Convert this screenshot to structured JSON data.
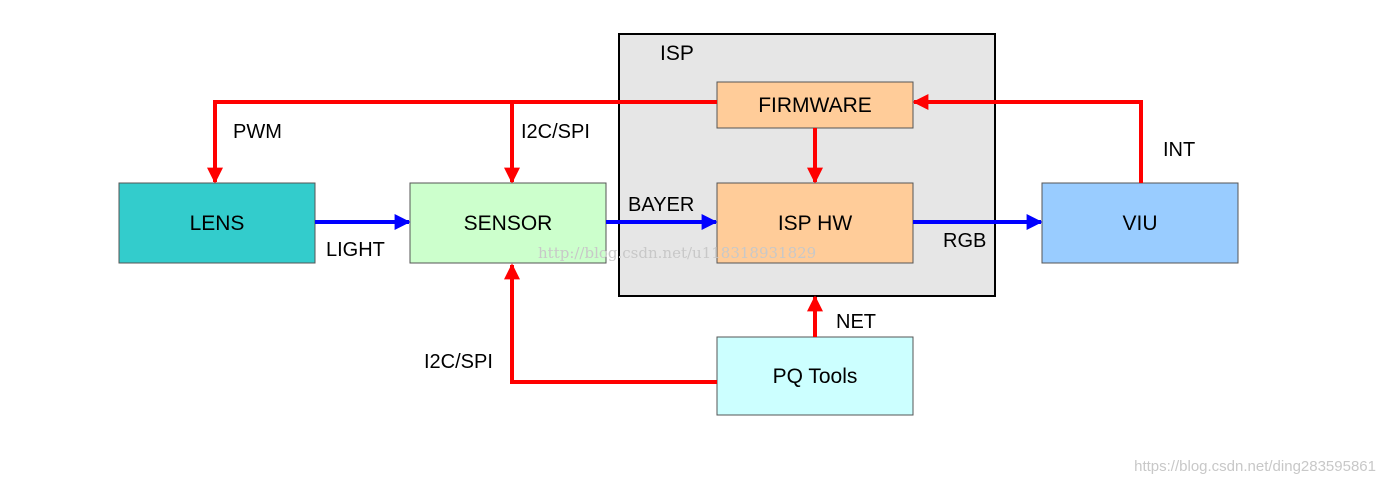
{
  "colors": {
    "control_arrow": "#ff0000",
    "data_arrow": "#0000ff",
    "isp_container": "#e6e6e6",
    "lens": "#33cccc",
    "sensor": "#ccffcc",
    "isp_blocks": "#ffcc99",
    "viu": "#99ccff",
    "pq_tools": "#ccffff"
  },
  "containers": {
    "isp": "ISP"
  },
  "blocks": {
    "lens": "LENS",
    "sensor": "SENSOR",
    "firmware": "FIRMWARE",
    "isp_hw": "ISP HW",
    "viu": "VIU",
    "pq_tools": "PQ Tools"
  },
  "signals": {
    "pwm": "PWM",
    "i2c_spi_top": "I2C/SPI",
    "bayer": "BAYER",
    "light": "LIGHT",
    "rgb": "RGB",
    "int": "INT",
    "net": "NET",
    "i2c_spi_bottom": "I2C/SPI"
  },
  "watermarks": {
    "middle": "http://blog.csdn.net/u118318931829",
    "corner": "https://blog.csdn.net/ding283595861"
  }
}
